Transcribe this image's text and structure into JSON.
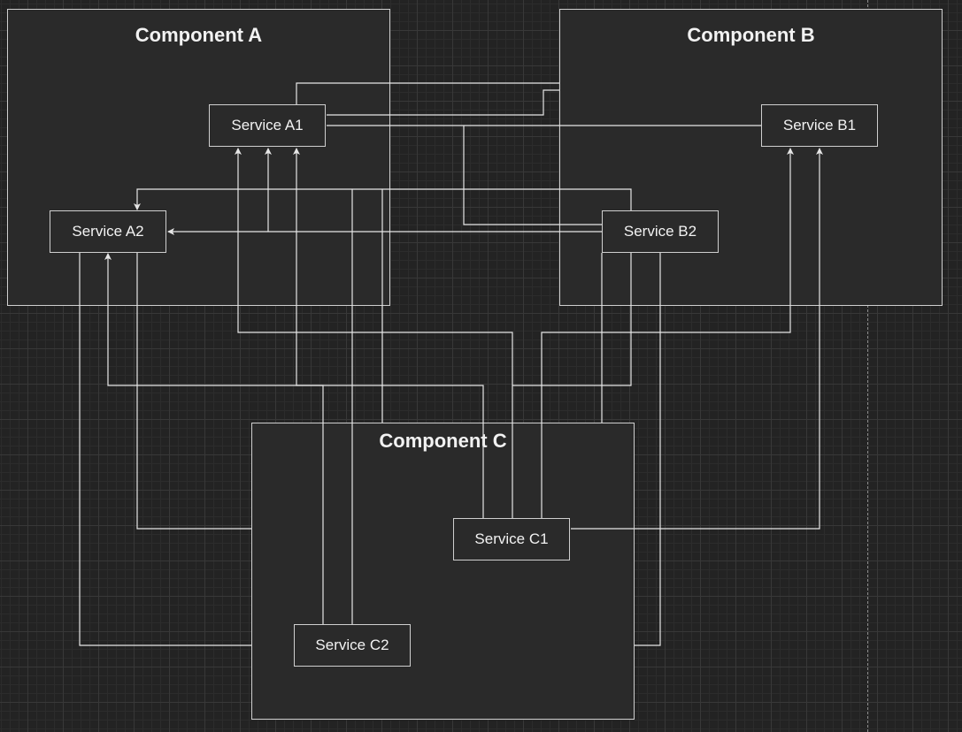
{
  "diagram": {
    "components": {
      "a": {
        "title": "Component A"
      },
      "b": {
        "title": "Component B"
      },
      "c": {
        "title": "Component C"
      }
    },
    "services": {
      "a1": {
        "label": "Service A1"
      },
      "a2": {
        "label": "Service A2"
      },
      "b1": {
        "label": "Service B1"
      },
      "b2": {
        "label": "Service B2"
      },
      "c1": {
        "label": "Service C1"
      },
      "c2": {
        "label": "Service C2"
      }
    }
  }
}
